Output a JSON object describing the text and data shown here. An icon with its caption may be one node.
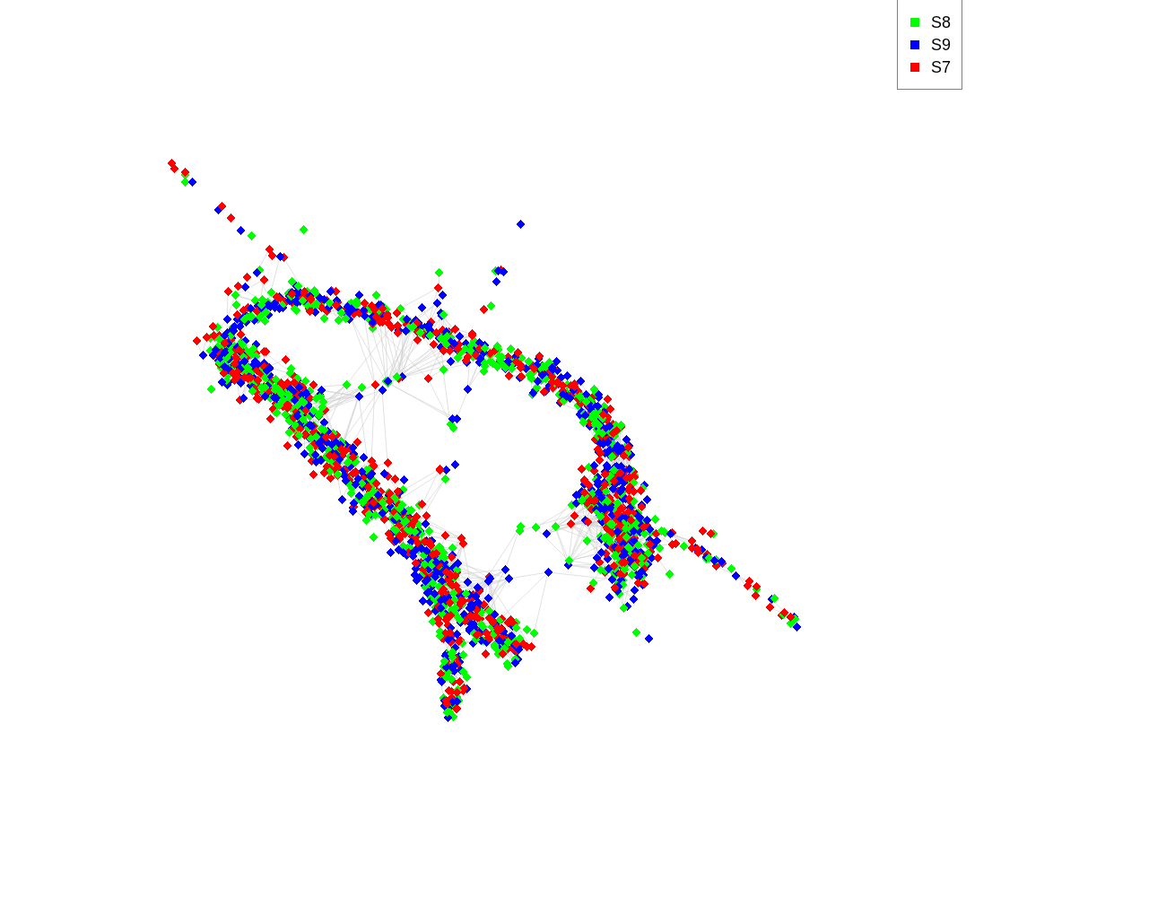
{
  "diagram": {
    "legend": [
      {
        "text": "S8",
        "color": "#00ff00"
      },
      {
        "text": "S9",
        "color": "#0000ff"
      },
      {
        "text": "S7",
        "color": "#ff0000"
      }
    ]
  }
}
